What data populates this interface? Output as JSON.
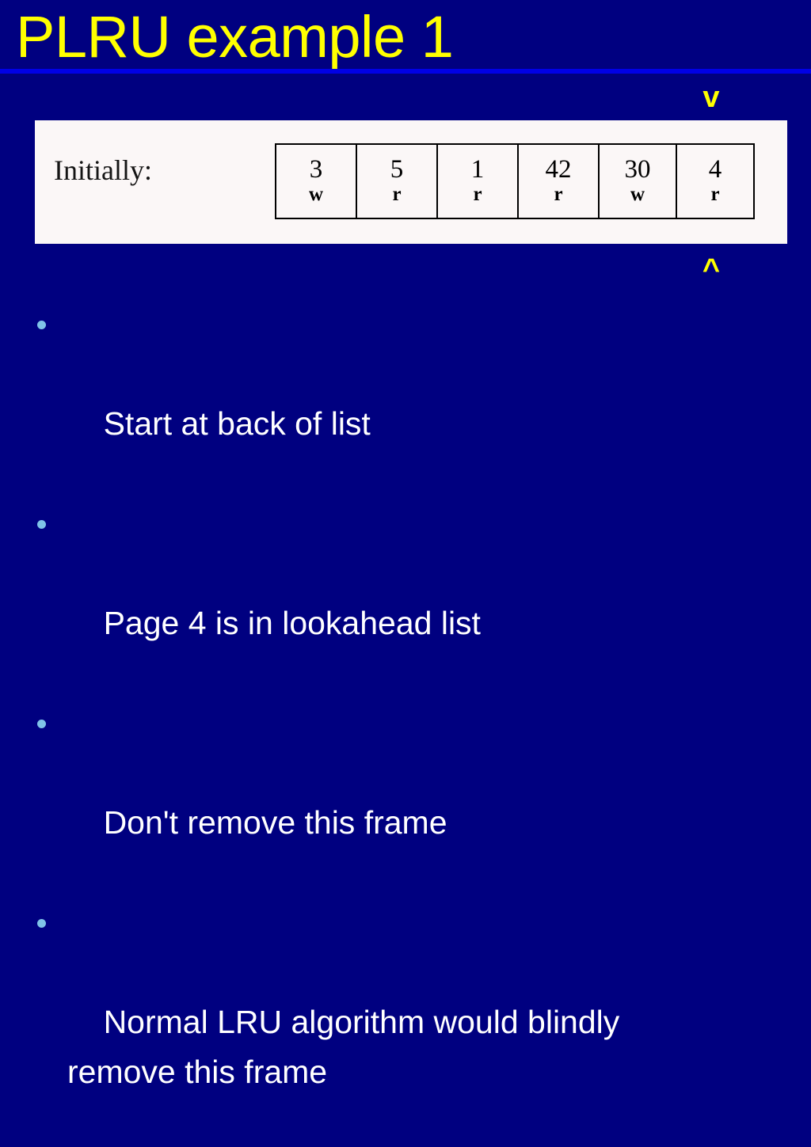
{
  "slide": {
    "title": "PLRU example 1",
    "background_color": "#000080",
    "title_color": "#FFFF00",
    "rule_color": "#0000E6",
    "text_color": "#FFFFFF",
    "bullet_color": "#7FC3E8",
    "panel_color": "#FBF7F7"
  },
  "markers": {
    "down": "v",
    "up": "^"
  },
  "figure": {
    "label": "Initially:",
    "frames": [
      {
        "page": "3",
        "mode": "w"
      },
      {
        "page": "5",
        "mode": "r"
      },
      {
        "page": "1",
        "mode": "r"
      },
      {
        "page": "42",
        "mode": "r"
      },
      {
        "page": "30",
        "mode": "w"
      },
      {
        "page": "4",
        "mode": "r"
      }
    ]
  },
  "bullets": [
    {
      "text": "Start at back of list"
    },
    {
      "text": "Page 4 is in lookahead list"
    },
    {
      "text": "Don't remove this frame"
    },
    {
      "text": "Normal LRU algorithm would blindly\nremove this frame"
    }
  ]
}
